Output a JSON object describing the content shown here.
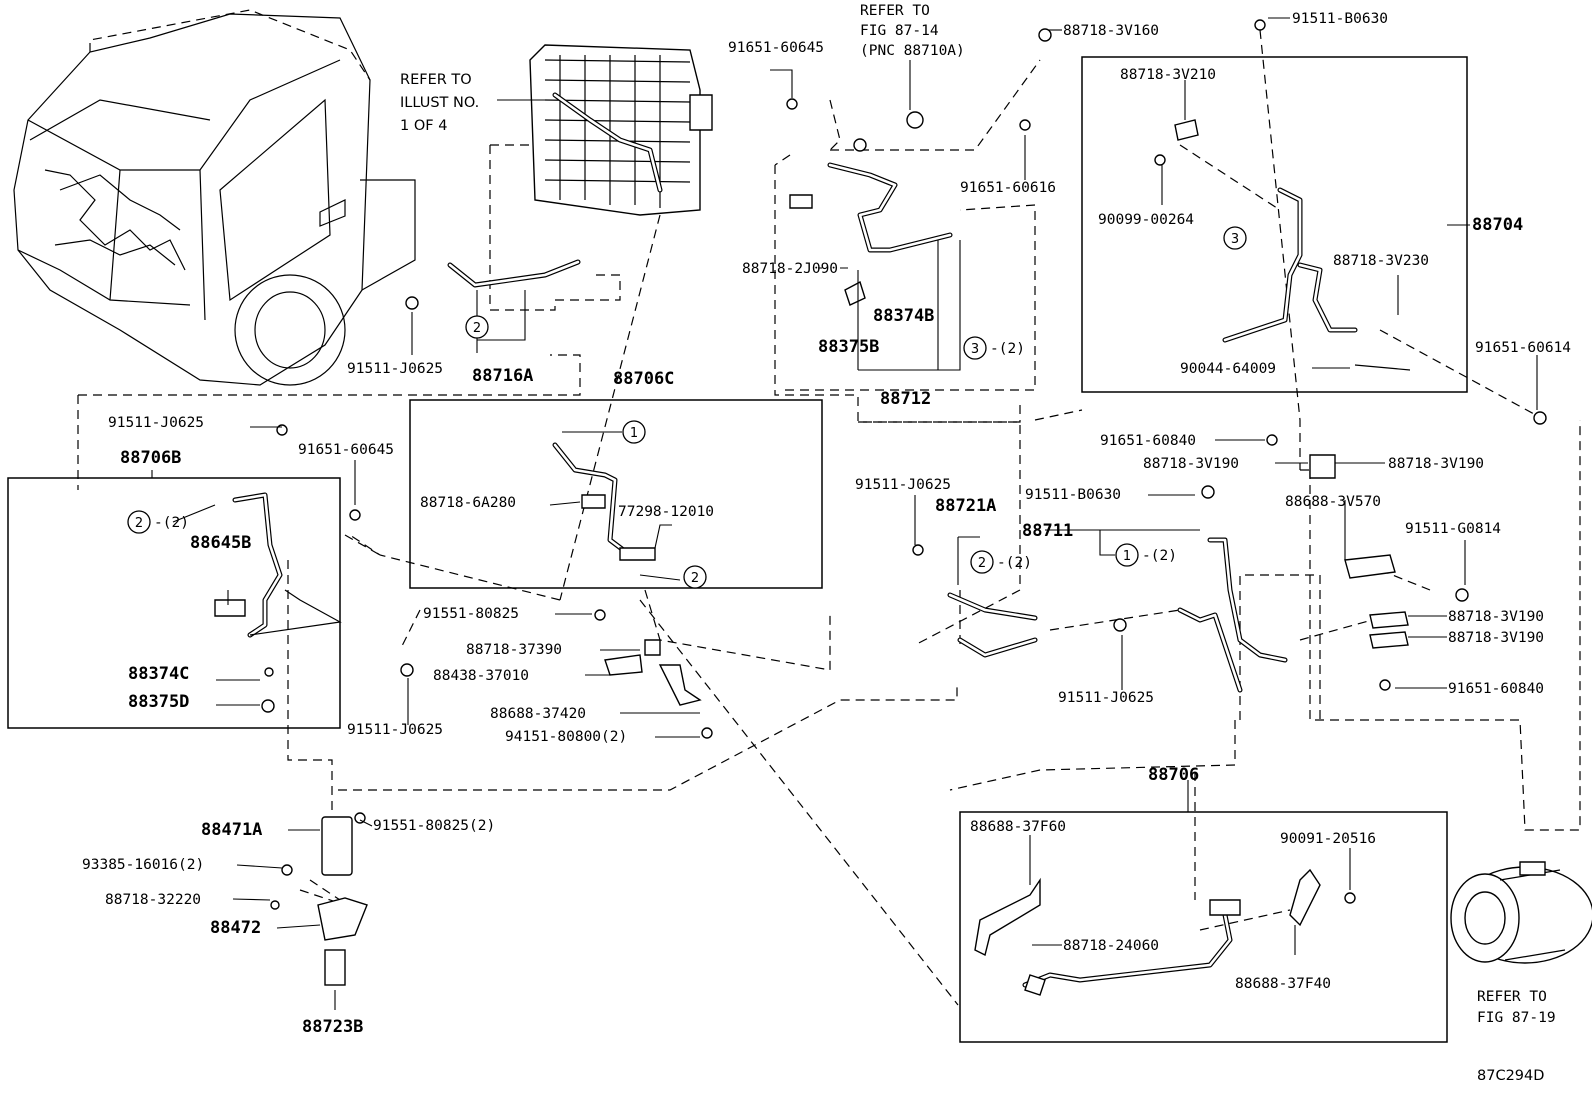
{
  "figure_code": "87C294D",
  "notes": {
    "refer_illust": [
      "REFER TO",
      "ILLUST NO.",
      "1 OF 4"
    ],
    "refer_fig_87_14": [
      "REFER TO",
      "FIG 87-14",
      "(PNC 88710A)"
    ],
    "refer_fig_87_19": [
      "REFER TO",
      "FIG 87-19"
    ]
  },
  "assemblies": {
    "a88706C": "88706C",
    "a88706B": "88706B",
    "a88704": "88704",
    "a88706": "88706",
    "a88712": "88712",
    "a88716A": "88716A",
    "a88721A": "88721A",
    "a88711": "88711"
  },
  "markers": {
    "one": "1",
    "two": "2",
    "three": "3",
    "qty2": "-(2)"
  },
  "parts": {
    "p91651_60645_top": "91651-60645",
    "p91511_j0625_left": "91511-J0625",
    "p91511_j0625_b": "91511-J0625",
    "p91651_60645_mid": "91651-60645",
    "p88645b": "88645B",
    "p88374c": "88374C",
    "p88375d": "88375D",
    "p88718_6a280": "88718-6A280",
    "p77298_12010": "77298-12010",
    "p91551_80825": "91551-80825",
    "p88718_37390": "88718-37390",
    "p88438_37010": "88438-37010",
    "p88688_37420": "88688-37420",
    "p94151_80800": "94151-80800(2)",
    "p91511_j0625_bottom": "91511-J0625",
    "p88471a": "88471A",
    "p91551_80825_2": "91551-80825(2)",
    "p93385_16016": "93385-16016(2)",
    "p88718_32220": "88718-32220",
    "p88472": "88472",
    "p88723b": "88723B",
    "p88718_3v160": "88718-3V160",
    "p91511_b0630_top": "91511-B0630",
    "p88718_3v210": "88718-3V210",
    "p90099_00264": "90099-00264",
    "p88718_3v230": "88718-3V230",
    "p90044_64009": "90044-64009",
    "p91651_60614": "91651-60614",
    "p91651_60616": "91651-60616",
    "p88718_2j090": "88718-2J090",
    "p88374b": "88374B",
    "p88375b": "88375B",
    "p91651_60840_top": "91651-60840",
    "p88718_3v190_a": "88718-3V190",
    "p88718_3v190_b": "88718-3V190",
    "p91511_j0625_c": "91511-J0625",
    "p91511_b0630_mid": "91511-B0630",
    "p88688_3v570": "88688-3V570",
    "p91511_g0814": "91511-G0814",
    "p88718_3v190_c": "88718-3V190",
    "p88718_3v190_d": "88718-3V190",
    "p91651_60840_bottom": "91651-60840",
    "p91511_j0625_d": "91511-J0625",
    "p88688_37f60": "88688-37F60",
    "p90091_20516": "90091-20516",
    "p88718_24060": "88718-24060",
    "p88688_37f40": "88688-37F40"
  }
}
